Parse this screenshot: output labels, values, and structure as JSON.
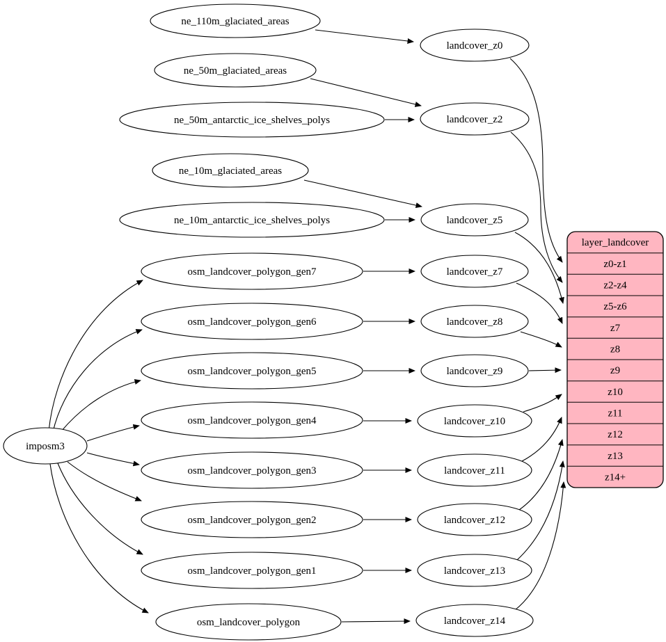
{
  "colors": {
    "table_fill": "#ffb6c1",
    "edge": "#000000",
    "node_fill": "#ffffff",
    "background": "#ffffff"
  },
  "nodes": {
    "imposm3": "imposm3",
    "ne110m": "ne_110m_glaciated_areas",
    "ne50m_g": "ne_50m_glaciated_areas",
    "ne50m_a": "ne_50m_antarctic_ice_shelves_polys",
    "ne10m_g": "ne_10m_glaciated_areas",
    "ne10m_a": "ne_10m_antarctic_ice_shelves_polys",
    "gen7": "osm_landcover_polygon_gen7",
    "gen6": "osm_landcover_polygon_gen6",
    "gen5": "osm_landcover_polygon_gen5",
    "gen4": "osm_landcover_polygon_gen4",
    "gen3": "osm_landcover_polygon_gen3",
    "gen2": "osm_landcover_polygon_gen2",
    "gen1": "osm_landcover_polygon_gen1",
    "poly": "osm_landcover_polygon",
    "z0": "landcover_z0",
    "z2": "landcover_z2",
    "z5": "landcover_z5",
    "z7": "landcover_z7",
    "z8": "landcover_z8",
    "z9": "landcover_z9",
    "z10": "landcover_z10",
    "z11": "landcover_z11",
    "z12": "landcover_z12",
    "z13": "landcover_z13",
    "z14": "landcover_z14"
  },
  "table": {
    "title": "layer_landcover",
    "rows": [
      "z0-z1",
      "z2-z4",
      "z5-z6",
      "z7",
      "z8",
      "z9",
      "z10",
      "z11",
      "z12",
      "z13",
      "z14+"
    ]
  },
  "edges": [
    {
      "from": "ne_110m_glaciated_areas",
      "to": "landcover_z0"
    },
    {
      "from": "ne_50m_glaciated_areas",
      "to": "landcover_z2"
    },
    {
      "from": "ne_50m_antarctic_ice_shelves_polys",
      "to": "landcover_z2"
    },
    {
      "from": "ne_10m_glaciated_areas",
      "to": "landcover_z5"
    },
    {
      "from": "ne_10m_antarctic_ice_shelves_polys",
      "to": "landcover_z5"
    },
    {
      "from": "imposm3",
      "to": "osm_landcover_polygon_gen7"
    },
    {
      "from": "imposm3",
      "to": "osm_landcover_polygon_gen6"
    },
    {
      "from": "imposm3",
      "to": "osm_landcover_polygon_gen5"
    },
    {
      "from": "imposm3",
      "to": "osm_landcover_polygon_gen4"
    },
    {
      "from": "imposm3",
      "to": "osm_landcover_polygon_gen3"
    },
    {
      "from": "imposm3",
      "to": "osm_landcover_polygon_gen2"
    },
    {
      "from": "imposm3",
      "to": "osm_landcover_polygon_gen1"
    },
    {
      "from": "imposm3",
      "to": "osm_landcover_polygon"
    },
    {
      "from": "osm_landcover_polygon_gen7",
      "to": "landcover_z7"
    },
    {
      "from": "osm_landcover_polygon_gen6",
      "to": "landcover_z8"
    },
    {
      "from": "osm_landcover_polygon_gen5",
      "to": "landcover_z9"
    },
    {
      "from": "osm_landcover_polygon_gen4",
      "to": "landcover_z10"
    },
    {
      "from": "osm_landcover_polygon_gen3",
      "to": "landcover_z11"
    },
    {
      "from": "osm_landcover_polygon_gen2",
      "to": "landcover_z12"
    },
    {
      "from": "osm_landcover_polygon_gen1",
      "to": "landcover_z13"
    },
    {
      "from": "osm_landcover_polygon",
      "to": "landcover_z14"
    },
    {
      "from": "landcover_z0",
      "to": "layer_landcover.z0-z1"
    },
    {
      "from": "landcover_z2",
      "to": "layer_landcover.z2-z4"
    },
    {
      "from": "landcover_z5",
      "to": "layer_landcover.z5-z6"
    },
    {
      "from": "landcover_z7",
      "to": "layer_landcover.z7"
    },
    {
      "from": "landcover_z8",
      "to": "layer_landcover.z8"
    },
    {
      "from": "landcover_z9",
      "to": "layer_landcover.z9"
    },
    {
      "from": "landcover_z10",
      "to": "layer_landcover.z10"
    },
    {
      "from": "landcover_z11",
      "to": "layer_landcover.z11"
    },
    {
      "from": "landcover_z12",
      "to": "layer_landcover.z12"
    },
    {
      "from": "landcover_z13",
      "to": "layer_landcover.z13"
    },
    {
      "from": "landcover_z14",
      "to": "layer_landcover.z14+"
    }
  ]
}
